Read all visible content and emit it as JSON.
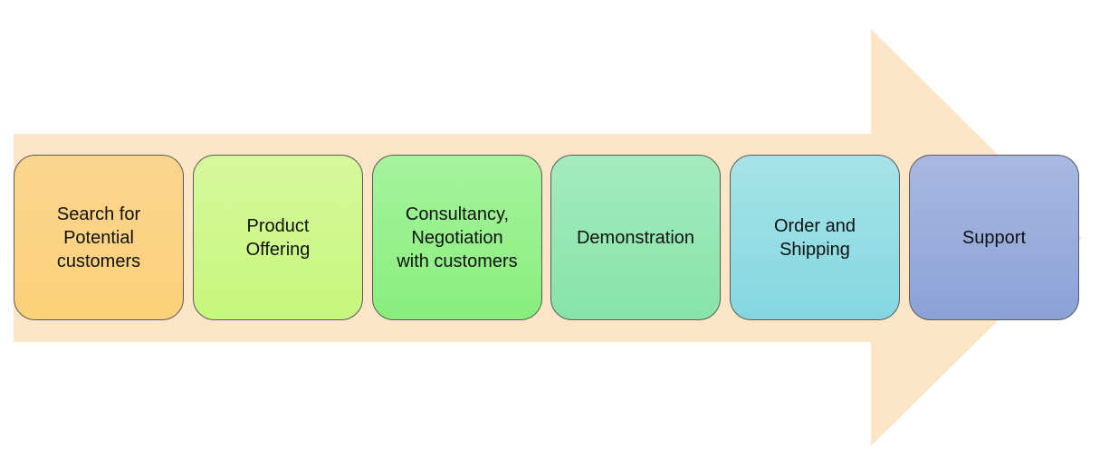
{
  "colors": {
    "arrow": "#fde5c8",
    "step_border": "#5a5a5a"
  },
  "steps": [
    {
      "label": "Search for\nPotential\ncustomers",
      "color": "#fdd07a"
    },
    {
      "label": "Product\nOffering",
      "color": "#c6f77c"
    },
    {
      "label": "Consultancy,\nNegotiation\nwith customers",
      "color": "#88ee7c"
    },
    {
      "label": "Demonstration",
      "color": "#86e4a8"
    },
    {
      "label": "Order and\nShipping",
      "color": "#84d7e0"
    },
    {
      "label": "Support",
      "color": "#8ba2d8"
    }
  ]
}
